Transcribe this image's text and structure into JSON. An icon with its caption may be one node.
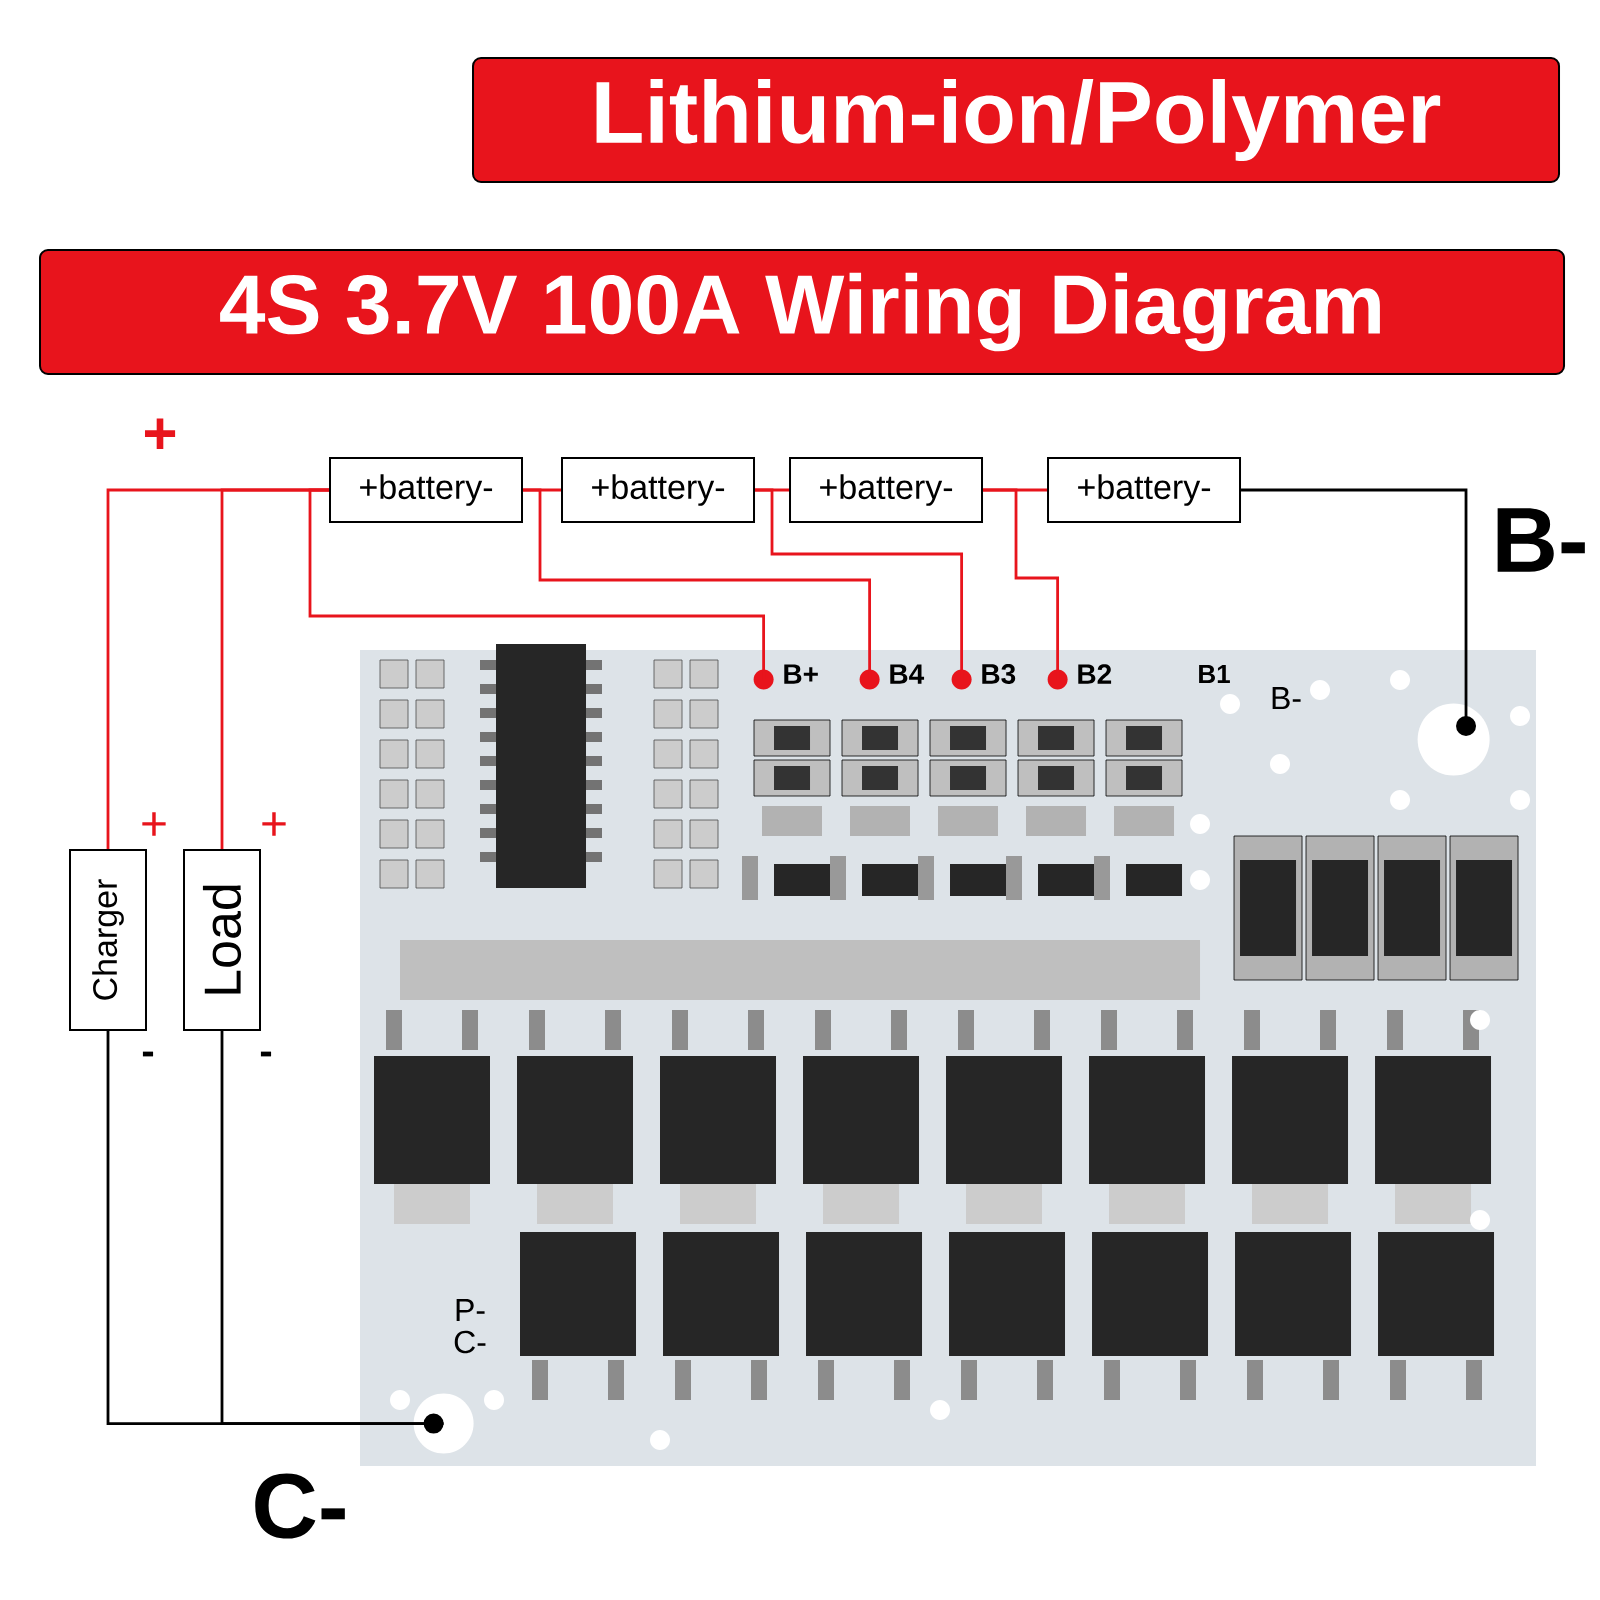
{
  "diagram": {
    "title": "4S 3.7V 100A Wiring Diagram",
    "nodes": [
      {
        "text": [
          "+battery-"
        ]
      },
      {
        "text": [
          "+battery-"
        ]
      },
      {
        "text": [
          "+battery-"
        ]
      },
      {
        "text": [
          "+battery-"
        ]
      },
      {
        "text": [
          "Charger"
        ]
      },
      {
        "text": [
          "Load"
        ]
      },
      {
        "text": [],
        "shape": "picture"
      },
      {
        "text": [],
        "shape": "circle",
        "in": 6,
        "beside": [
          "B+"
        ]
      },
      {
        "text": [],
        "shape": "circle",
        "in": 6,
        "beside": [
          "B4"
        ]
      },
      {
        "text": [],
        "shape": "circle",
        "in": 6,
        "beside": [
          "B3"
        ]
      },
      {
        "text": [],
        "shape": "circle",
        "in": 6,
        "beside": [
          "B2"
        ]
      },
      {
        "text": [],
        "shape": "circle",
        "in": 6
      },
      {
        "text": [],
        "shape": "circle",
        "in": 6
      }
    ],
    "edges": [
      {
        "from": 4,
        "to": 0,
        "arrow": "none"
      },
      {
        "from": 5,
        "to": 0,
        "arrow": "none"
      },
      {
        "from": 0,
        "to": 1,
        "arrow": "none"
      },
      {
        "from": 1,
        "to": 2,
        "arrow": "none"
      },
      {
        "from": 2,
        "to": 3,
        "arrow": "none"
      },
      {
        "from": 0,
        "to": 7,
        "arrow": "none"
      },
      {
        "from": 0,
        "to": 8,
        "arrow": "none"
      },
      {
        "from": 1,
        "to": 9,
        "arrow": "none"
      },
      {
        "from": 2,
        "to": 10,
        "arrow": "none"
      },
      {
        "from": 3,
        "to": 11,
        "arrow": "other",
        "color": "#000000"
      },
      {
        "from": 4,
        "to": 12,
        "arrow": "other",
        "color": "#000000"
      },
      {
        "from": 5,
        "to": 12,
        "arrow": "none",
        "color": "#000000"
      }
    ],
    "labels": [
      "Lithium-ion/Polymer",
      "+",
      "B-",
      "+",
      "+",
      "-",
      "-",
      "B1",
      "B-",
      "P-",
      "C-",
      "C-"
    ]
  }
}
